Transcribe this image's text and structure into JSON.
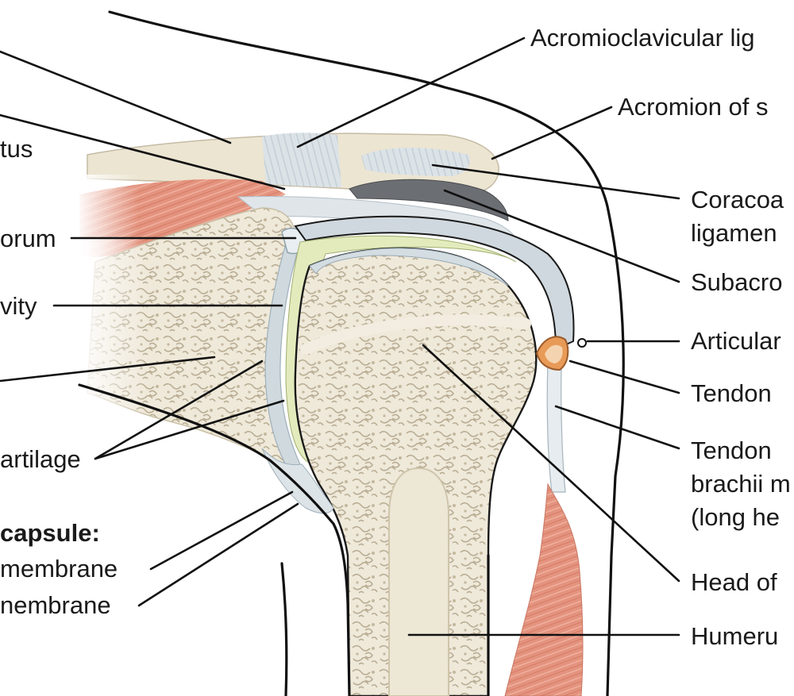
{
  "labels": {
    "acromioclavicular": "Acromioclavicular lig",
    "acromion": "Acromion of s",
    "coracoacromial_1": "Coracoa",
    "coracoacromial_2": "ligamen",
    "subacromial": "Subacro",
    "articular": "Articular",
    "tendon_1": "Tendon",
    "tendon_biceps_1": "Tendon",
    "tendon_biceps_2": "brachii m",
    "tendon_biceps_3": "(long he",
    "head_of": "Head of",
    "humerus": "Humeru",
    "supraspinatus_partial": "tus",
    "labrum_partial": "orum",
    "cavity_partial": "vity",
    "cartilage_partial": "artilage",
    "capsule_heading": "capsule:",
    "membrane_1": "membrane",
    "membrane_2": "nembrane"
  },
  "colors": {
    "bone": "#ece6d6",
    "bone_spongy": "#d9cfb8",
    "cartilage": "#dfe6e8",
    "synovial_fluid": "#e6edc3",
    "muscle": "#e59a86",
    "ligament": "#d3dde4",
    "bursa": "#6b6e72",
    "line": "#111111"
  }
}
